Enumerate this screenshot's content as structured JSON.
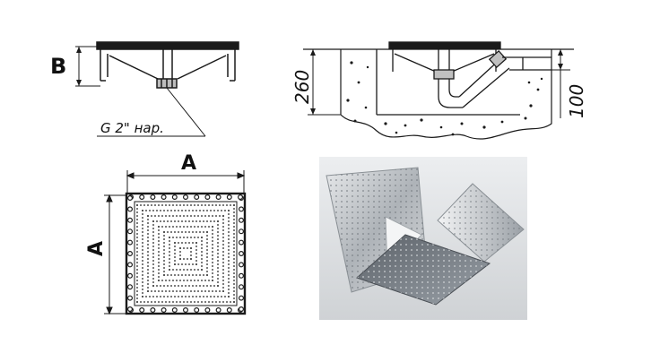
{
  "drawing": {
    "side_view": {
      "dimension_label": "B",
      "thread_note": "G 2\" нар."
    },
    "install_view": {
      "height_label": "260",
      "offset_label": "100"
    },
    "top_view": {
      "width_label": "A",
      "height_label": "A"
    }
  },
  "colors": {
    "line": "#1a1a1a",
    "photo_bg": "#d9dbdd",
    "steel": "#c4c7ca"
  }
}
